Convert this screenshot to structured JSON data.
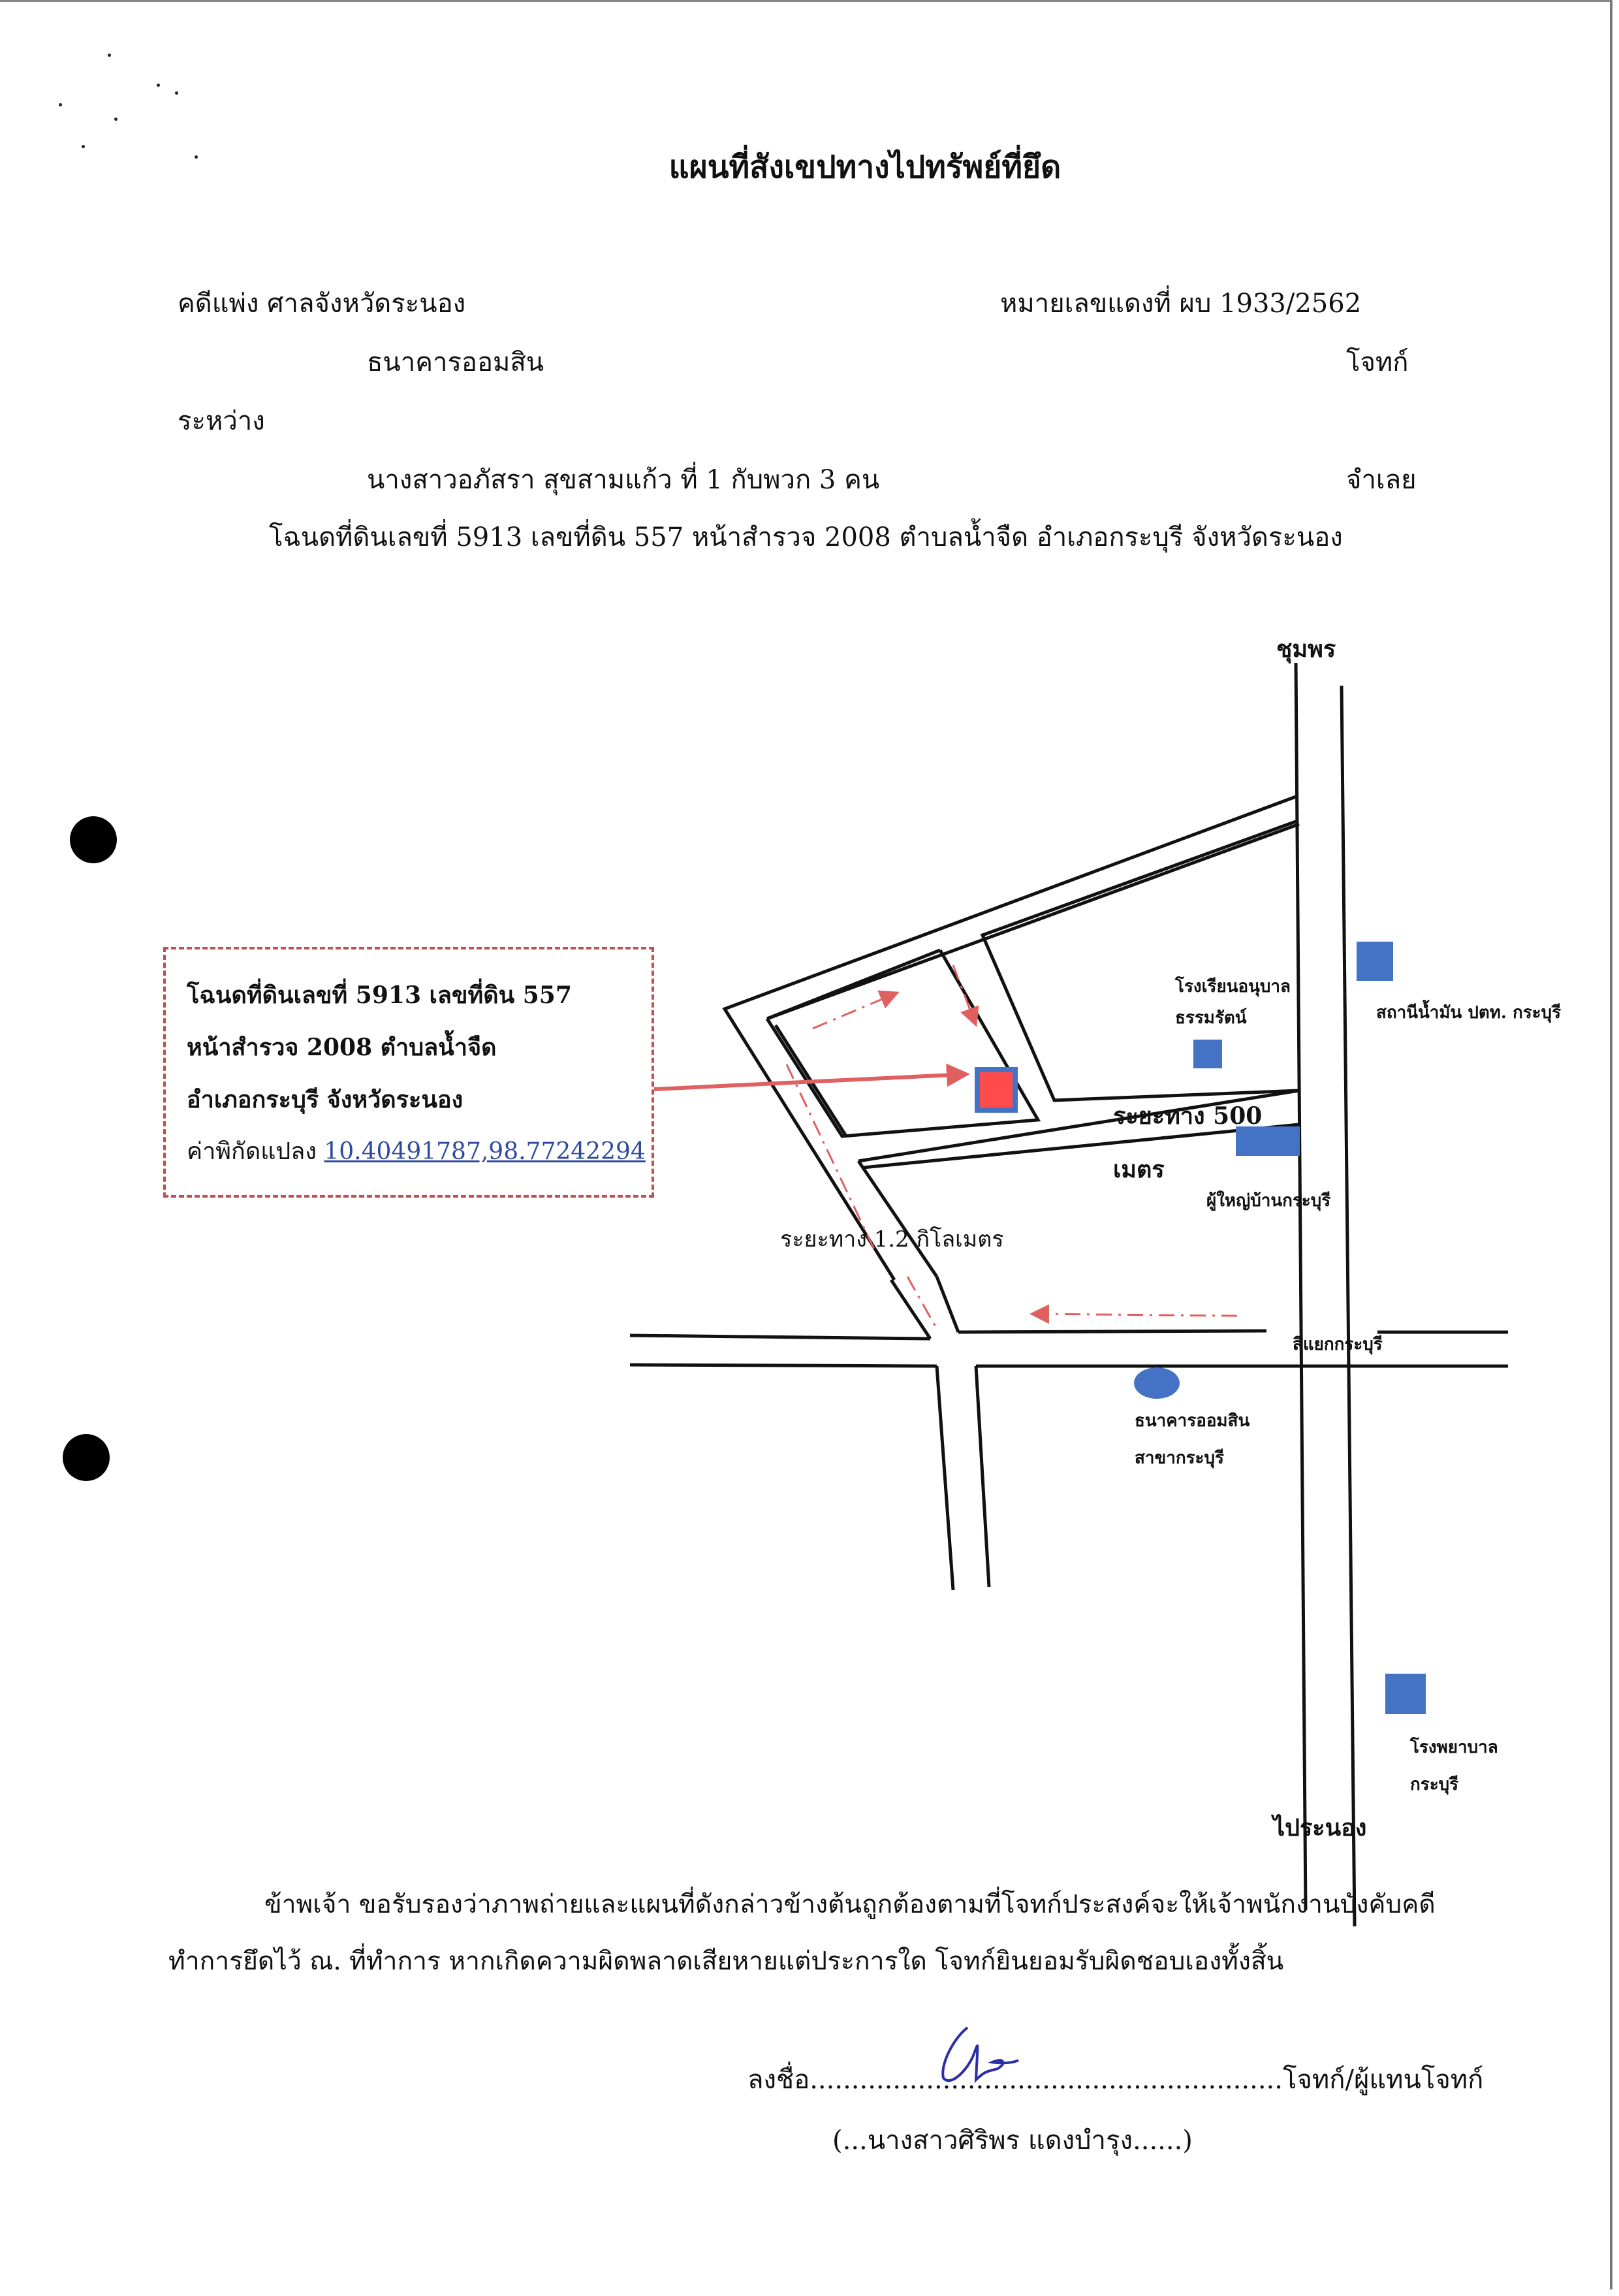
{
  "title": "แผนที่สังเขปทางไปทรัพย์ที่ยึด",
  "header": {
    "case_label": "คดีแพ่ง  ศาลจังหวัดระนอง",
    "red_number": "หมายเลขแดงที่ ผบ 1933/2562",
    "plaintiff_name": "ธนาคารออมสิน",
    "plaintiff_role": "โจทก์",
    "between": "ระหว่าง",
    "defendant_name": "นางสาวอภัสรา  สุขสามแก้ว ที่ 1 กับพวก 3 คน",
    "defendant_role": "จำเลย",
    "deed_line": "โฉนดที่ดินเลขที่   5913   เลขที่ดิน  557  หน้าสำรวจ 2008   ตำบลน้ำจืด  อำเภอกระบุรี  จังหวัดระนอง"
  },
  "infobox": {
    "line1": "โฉนดที่ดินเลขที่ 5913   เลขที่ดิน 557",
    "line2": "หน้าสำรวจ 2008    ตำบลน้ำจืด",
    "line3": "อำเภอกระบุรี  จังหวัดระนอง",
    "coord_label": "ค่าพิกัดแปลง",
    "coord_value": "10.40491787,98.77242294"
  },
  "map_labels": {
    "north": "ชุมพร",
    "south": "ไประนอง",
    "school_line1": "โรงเรียนอนุบาล",
    "school_line2": "ธรรมรัตน์",
    "gas_station": "สถานีน้ำมัน ปตท. กระบุรี",
    "distance_500_line1": "ระยะทาง 500",
    "distance_500_line2": "เมตร",
    "village_head": "ผู้ใหญ่บ้านกระบุรี",
    "distance_1_2": "ระยะทาง  1.2 กิโลเมตร",
    "intersection": "สี่แยกกระบุรี",
    "bank_line1": "ธนาคารออมสิน",
    "bank_line2": "สาขากระบุรี",
    "hospital_line1": "โรงพยาบาล",
    "hospital_line2": "กระบุรี"
  },
  "certification": {
    "line1": "ข้าพเจ้า ขอรับรองว่าภาพถ่ายและแผนที่ดังกล่าวข้างต้นถูกต้องตามที่โจทก์ประสงค์จะให้เจ้าพนักงานบังคับคดี",
    "line2": "ทำการยึดไว้ ณ. ที่ทำการ  หากเกิดความผิดพลาดเสียหายแต่ประการใด  โจทก์ยินยอมรับผิดชอบเองทั้งสิ้น"
  },
  "signature": {
    "label": "ลงชื่อ.........................................................โจทก์/ผู้แทนโจทก์",
    "name": "(...นางสาวศิริพร  แดงบำรุง......)"
  },
  "colors": {
    "marker_blue": "#4472c4",
    "target_red": "#ff4b4b",
    "route_red": "#e06060",
    "box_border": "#c0504d",
    "link_blue": "#2e4a9e",
    "signature_ink": "#2a2fa8"
  }
}
